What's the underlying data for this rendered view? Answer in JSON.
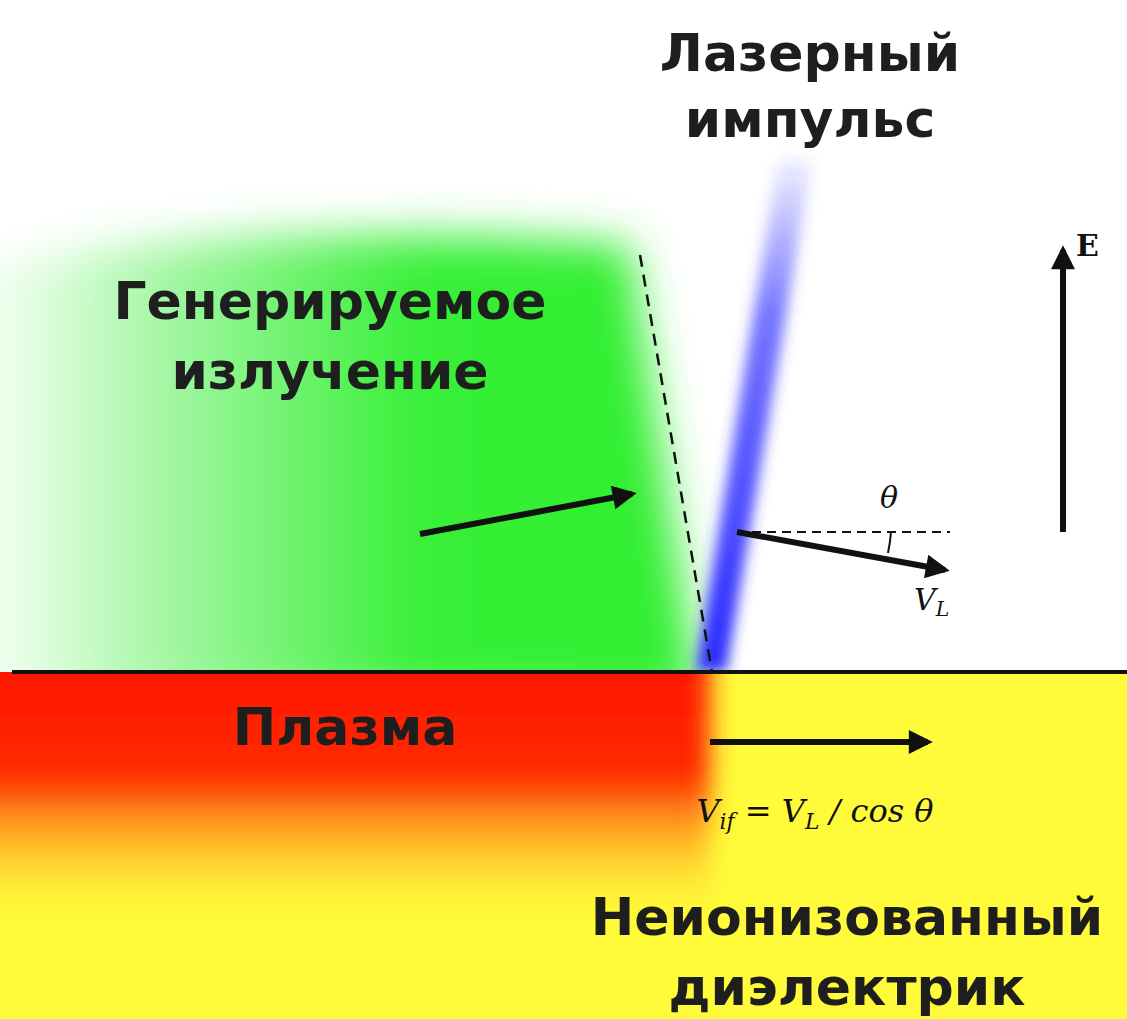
{
  "diagram": {
    "nodes": [
      {
        "text": [
          "Генерируемое излучение"
        ]
      },
      {
        "text": [
          "Плазма"
        ]
      },
      {
        "text": [
          "Неионизованный диэлектрик"
        ]
      }
    ],
    "labels": [
      "Лазерный импульс",
      "E",
      "θ",
      "VL",
      "Vif = VL / cos θ"
    ]
  }
}
